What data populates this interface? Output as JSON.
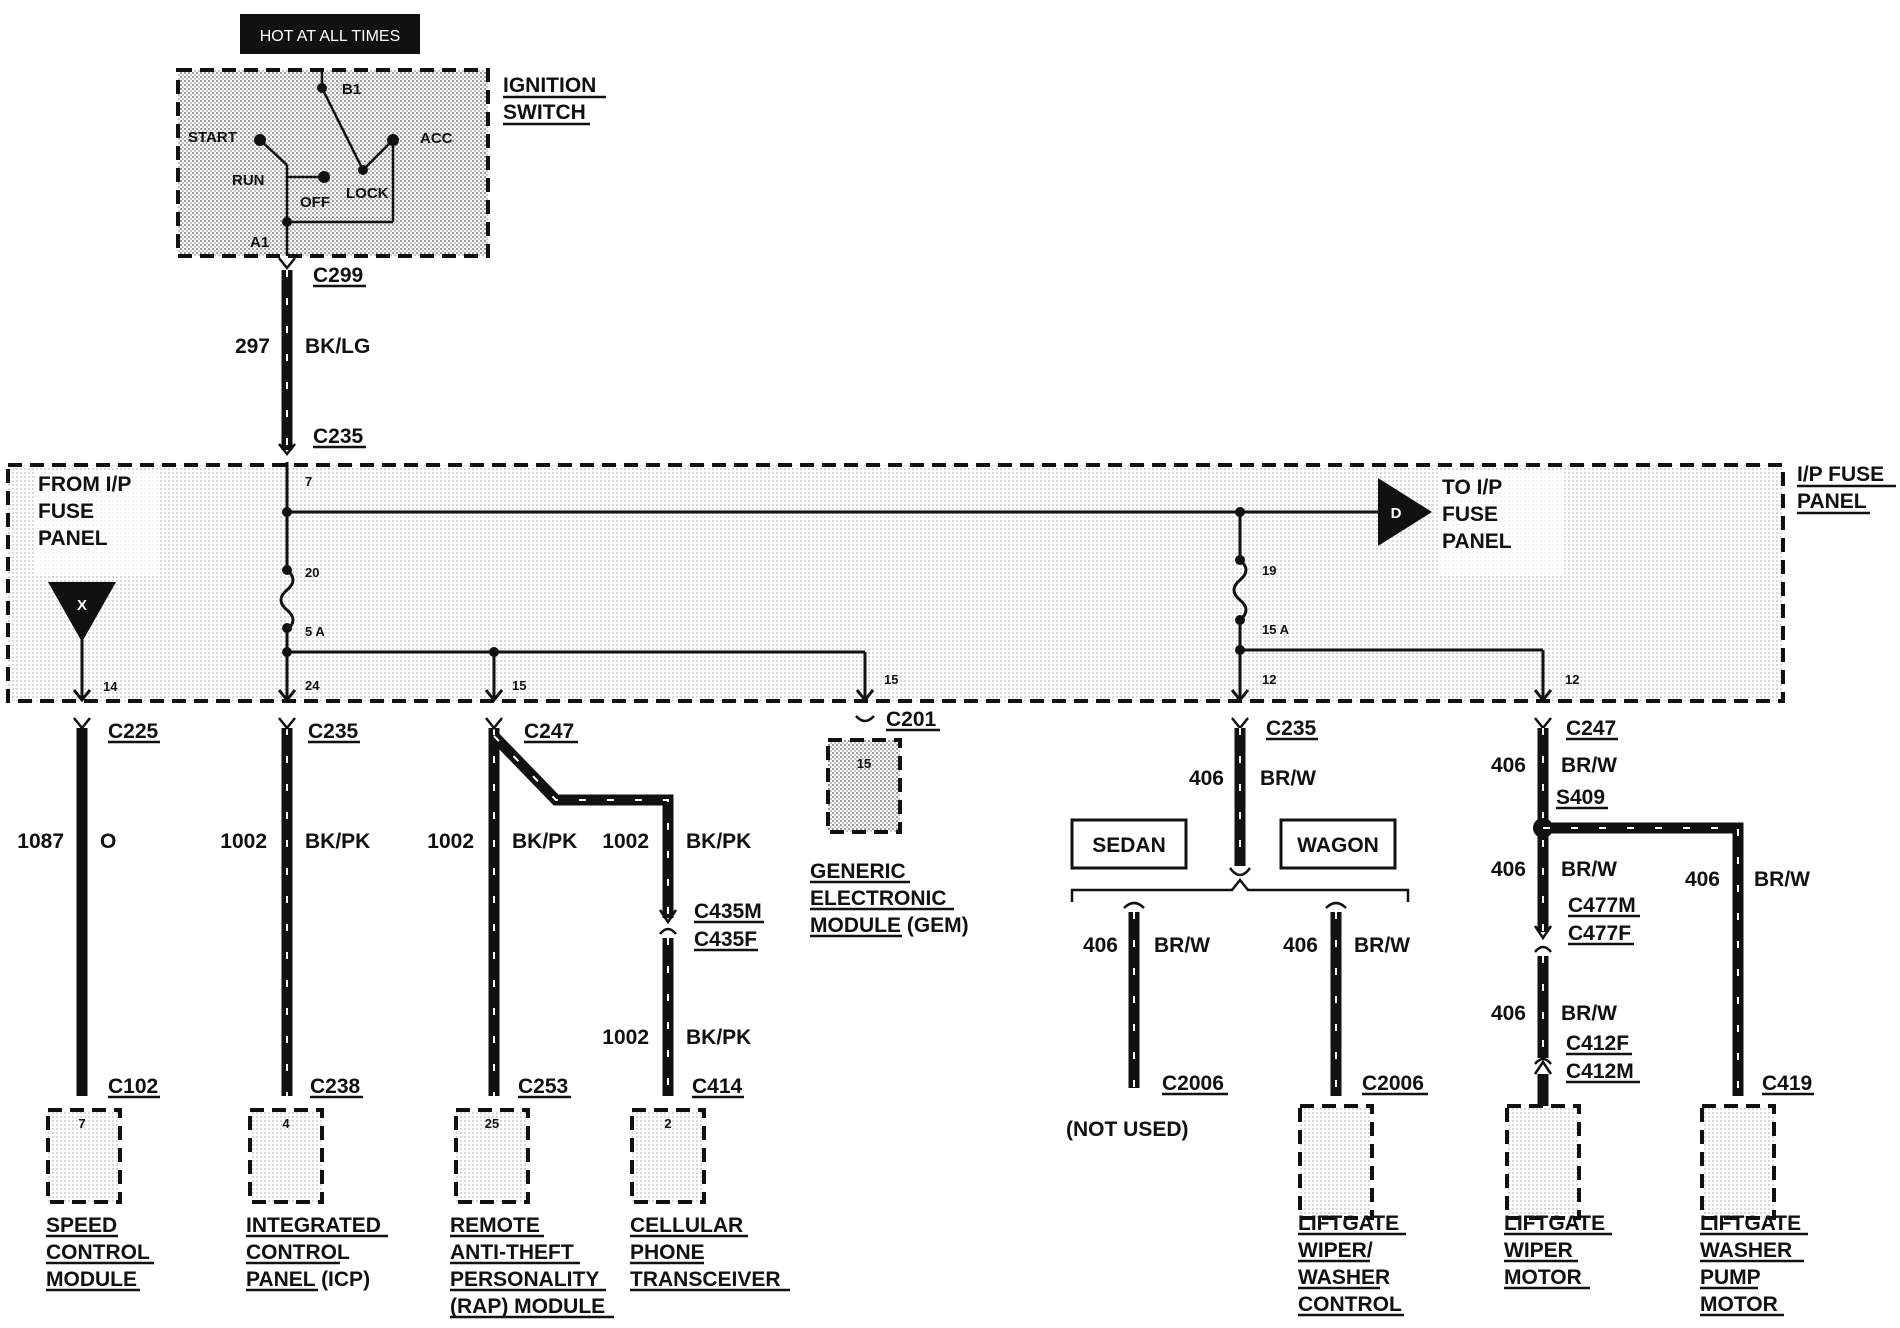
{
  "hot_label": "HOT AT ALL TIMES",
  "ignition": {
    "title_line1": "IGNITION",
    "title_line2": "SWITCH",
    "b1": "B1",
    "start": "START",
    "acc": "ACC",
    "run": "RUN",
    "off": "OFF",
    "lock": "LOCK",
    "a1": "A1"
  },
  "feed_wire": {
    "top_connector": "C299",
    "circuit": "297",
    "color": "BK/LG",
    "bottom_connector": "C235"
  },
  "fuse_panel": {
    "label_line1": "I/P FUSE",
    "label_line2": "PANEL",
    "from_line1": "FROM I/P",
    "from_line2": "FUSE",
    "from_line3": "PANEL",
    "to_line1": "TO I/P",
    "to_line2": "FUSE",
    "to_line3": "PANEL",
    "marker_x": "X",
    "marker_d": "D",
    "pins": {
      "p7": "7",
      "p20": "20",
      "p24": "24",
      "p15a": "15",
      "p15b": "15",
      "p14": "14",
      "p19": "19",
      "p12a": "12",
      "p12b": "12"
    },
    "fuse_left": "5 A",
    "fuse_right": "15 A"
  },
  "circuits": {
    "speed": {
      "connector_top": "C225",
      "circuit": "1087",
      "color": "O",
      "connector_bottom": "C102",
      "pin": "7",
      "name": [
        "SPEED",
        "CONTROL",
        "MODULE"
      ]
    },
    "icp": {
      "connector_top": "C235",
      "circuit": "1002",
      "color": "BK/PK",
      "connector_bottom": "C238",
      "pin": "4",
      "name": [
        "INTEGRATED",
        "CONTROL",
        "PANEL (ICP)"
      ]
    },
    "rap": {
      "connector_top": "C247",
      "circuit": "1002",
      "color": "BK/PK",
      "connector_bottom": "C253",
      "pin": "25",
      "name": [
        "REMOTE",
        "ANTI-THEFT",
        "PERSONALITY",
        "(RAP) MODULE"
      ]
    },
    "cell": {
      "circuit_a": "1002",
      "color_a": "BK/PK",
      "inline_m": "C435M",
      "inline_f": "C435F",
      "circuit_b": "1002",
      "color_b": "BK/PK",
      "connector_bottom": "C414",
      "pin": "2",
      "name": [
        "CELLULAR",
        "PHONE",
        "TRANSCEIVER"
      ]
    },
    "gem": {
      "connector": "C201",
      "pin": "15",
      "name": [
        "GENERIC",
        "ELECTRONIC",
        "MODULE (GEM)"
      ]
    },
    "rear": {
      "connector_top": "C235",
      "circuit": "406",
      "color": "BR/W",
      "sedan": "SEDAN",
      "wagon": "WAGON",
      "sedan_circuit": "406",
      "sedan_color": "BR/W",
      "sedan_connector": "C2006",
      "not_used": "(NOT USED)",
      "wagon_circuit": "406",
      "wagon_color": "BR/W",
      "wagon_connector": "C2006",
      "wagon_name": [
        "LIFTGATE",
        "WIPER/",
        "WASHER",
        "CONTROL"
      ]
    },
    "liftgate": {
      "connector_top": "C247",
      "circuit": "406",
      "color": "BR/W",
      "splice": "S409",
      "motor_circuit_a": "406",
      "motor_color_a": "BR/W",
      "inline1_m": "C477M",
      "inline1_f": "C477F",
      "motor_circuit_b": "406",
      "motor_color_b": "BR/W",
      "inline2_f": "C412F",
      "inline2_m": "C412M",
      "motor_name": [
        "LIFTGATE",
        "WIPER",
        "MOTOR"
      ],
      "pump_circuit": "406",
      "pump_color": "BR/W",
      "pump_connector": "C419",
      "pump_name": [
        "LIFTGATE",
        "WASHER",
        "PUMP",
        "MOTOR"
      ]
    }
  }
}
